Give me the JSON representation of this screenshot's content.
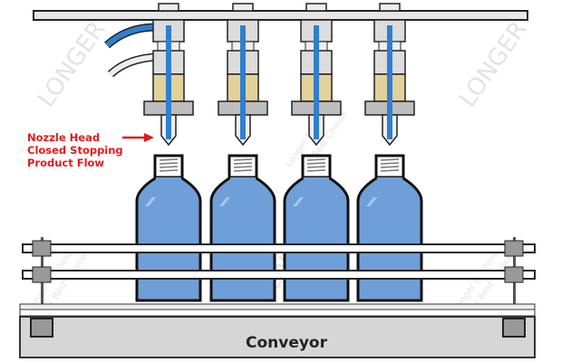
{
  "diagram": {
    "callout": {
      "lines": [
        "Nozzle Head",
        "Closed Stopping",
        "Product Flow"
      ]
    },
    "conveyor_label": "Conveyor",
    "nozzle_count": 4,
    "bottle_count": 4,
    "watermark": {
      "logo": "LONGER",
      "line1": "Longer Machinery",
      "line2": "Your Best Choice"
    },
    "colors": {
      "liquid": "#6f9fd8",
      "tube": "#2f7fd0",
      "collar": "#e3d19a",
      "metal": "#dcdcdc",
      "plate": "#bdbdbd",
      "callout": "#e21b1b",
      "conveyor": "#d6d6d6"
    }
  }
}
